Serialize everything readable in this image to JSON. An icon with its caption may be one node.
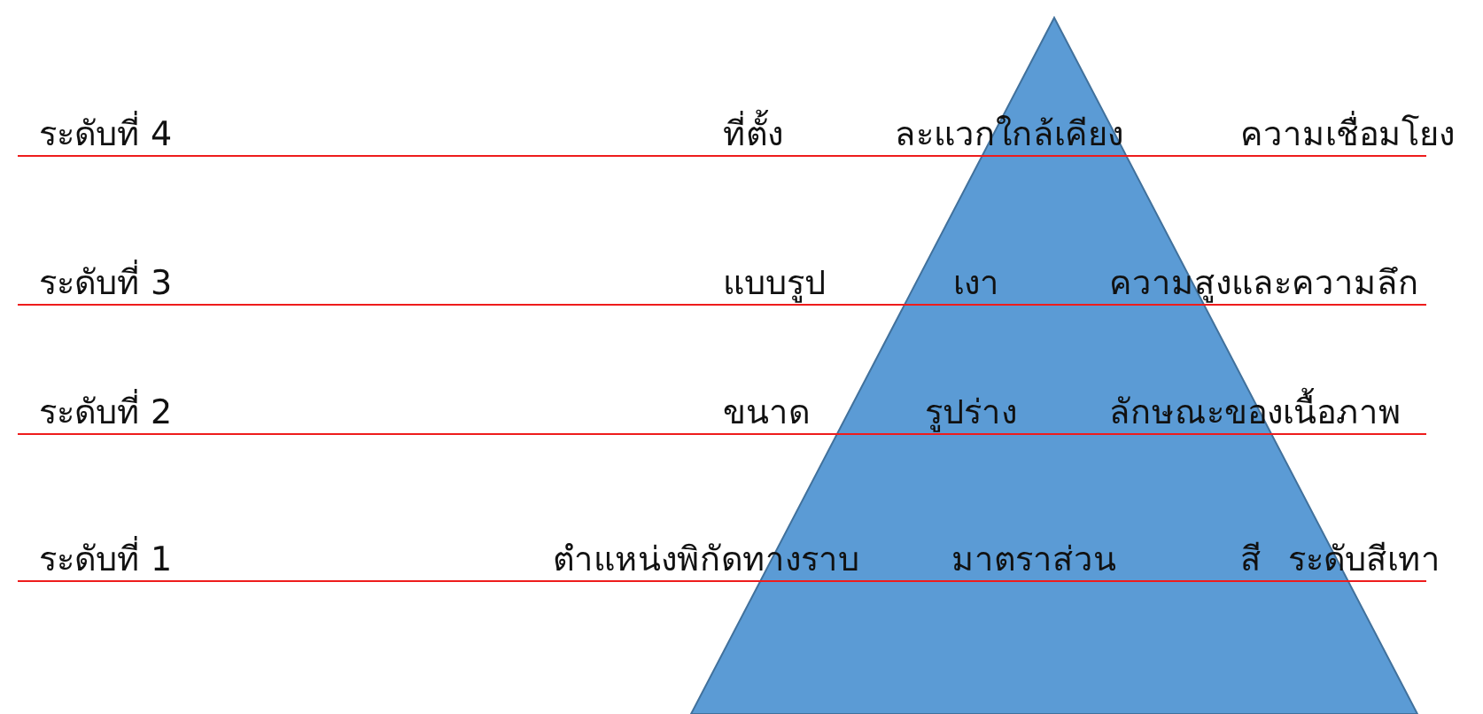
{
  "diagram": {
    "labels": [
      "ระดับที่ 4",
      "ที่ตั้ง",
      "ละแวกใกล้เคียง",
      "ความเชื่อมโยง",
      "ระดับที่ 3",
      "แบบรูป",
      "เงา",
      "ความสูงและความลึก",
      "ระดับที่ 2",
      "ขนาด",
      "รูปร่าง",
      "ลักษณะของเนื้อภาพ",
      "ระดับที่ 1",
      "ตำแหน่งพิกัดทางราบ",
      "มาตราส่วน",
      "สี",
      "ระดับสีเทา"
    ]
  }
}
